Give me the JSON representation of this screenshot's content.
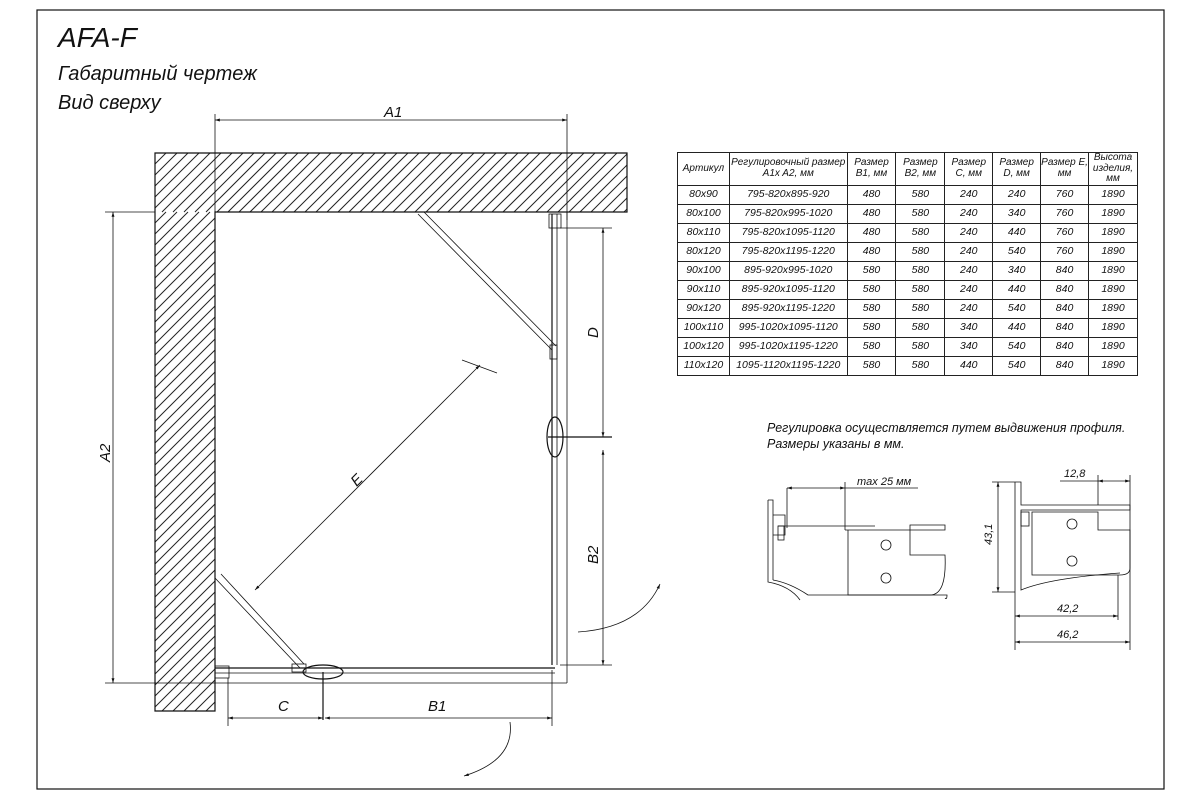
{
  "title": "AFA-F",
  "subtitle": "Габаритный чертеж",
  "view": "Вид сверху",
  "dimensions": {
    "a1": "A1",
    "a2": "A2",
    "b1": "B1",
    "b2": "B2",
    "c": "C",
    "d": "D",
    "e": "E"
  },
  "table": {
    "headers": [
      "Артикул",
      "Регулировочный размер A1x A2, мм",
      "Размер B1, мм",
      "Размер B2, мм",
      "Размер C, мм",
      "Размер D, мм",
      "Размер E, мм",
      "Высота изделия, мм"
    ],
    "rows": [
      [
        "80x90",
        "795-820x895-920",
        "480",
        "580",
        "240",
        "240",
        "760",
        "1890"
      ],
      [
        "80x100",
        "795-820x995-1020",
        "480",
        "580",
        "240",
        "340",
        "760",
        "1890"
      ],
      [
        "80x110",
        "795-820x1095-1120",
        "480",
        "580",
        "240",
        "440",
        "760",
        "1890"
      ],
      [
        "80x120",
        "795-820x1195-1220",
        "480",
        "580",
        "240",
        "540",
        "760",
        "1890"
      ],
      [
        "90x100",
        "895-920x995-1020",
        "580",
        "580",
        "240",
        "340",
        "840",
        "1890"
      ],
      [
        "90x110",
        "895-920x1095-1120",
        "580",
        "580",
        "240",
        "440",
        "840",
        "1890"
      ],
      [
        "90x120",
        "895-920x1195-1220",
        "580",
        "580",
        "240",
        "540",
        "840",
        "1890"
      ],
      [
        "100x110",
        "995-1020x1095-1120",
        "580",
        "580",
        "340",
        "440",
        "840",
        "1890"
      ],
      [
        "100x120",
        "995-1020x1195-1220",
        "580",
        "580",
        "340",
        "540",
        "840",
        "1890"
      ],
      [
        "110x120",
        "1095-1120x1195-1220",
        "580",
        "580",
        "440",
        "540",
        "840",
        "1890"
      ]
    ]
  },
  "notes": {
    "line1": "Регулировка осуществляется путем выдвижения профиля.",
    "line2": "Размеры указаны в мм."
  },
  "profile_dims": {
    "max": "max 25 мм",
    "width_top": "12,8",
    "height": "43,1",
    "inner": "42,2",
    "outer": "46,2"
  }
}
